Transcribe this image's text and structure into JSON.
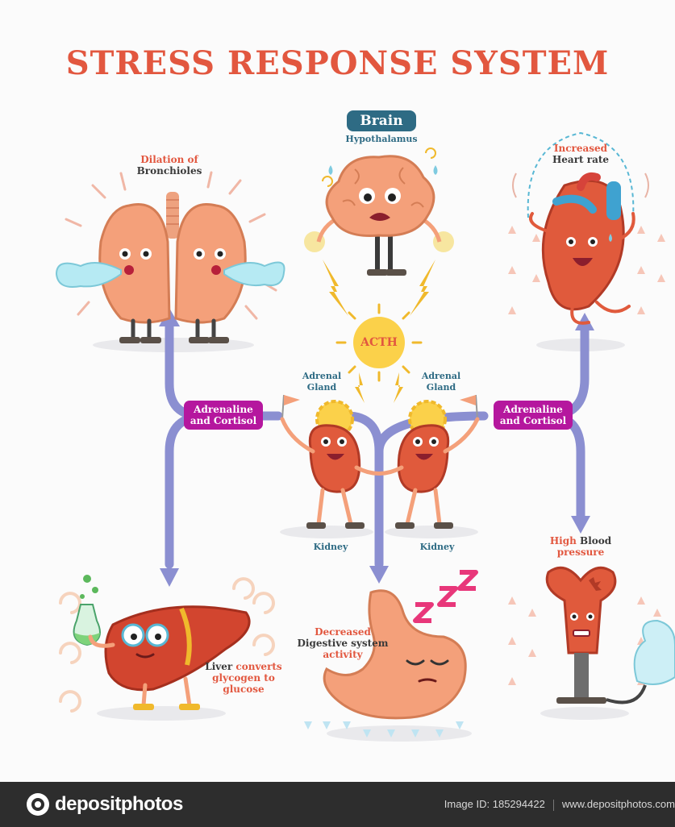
{
  "title": "STRESS RESPONSE SYSTEM",
  "brain": {
    "label": "Brain",
    "sub": "Hypothalamus"
  },
  "acth": "ACTH",
  "lungs": {
    "line1": "Dilation of",
    "line2": "Bronchioles"
  },
  "heart": {
    "line1": "Increased",
    "line2": "Heart rate"
  },
  "adrenal_left": {
    "line1": "Adrenal",
    "line2": "Gland"
  },
  "adrenal_right": {
    "line1": "Adrenal",
    "line2": "Gland"
  },
  "hormone_left": {
    "line1": "Adrenaline",
    "line2": "and Cortisol"
  },
  "hormone_right": {
    "line1": "Adrenaline",
    "line2": "and Cortisol"
  },
  "kidney_left": "Kidney",
  "kidney_right": "Kidney",
  "blood_pressure": {
    "w1": "High",
    "w2": "Blood",
    "line2": "pressure"
  },
  "liver": {
    "w1": "Liver",
    "w2": "converts",
    "line2": "glycogen to",
    "line3": "glucose"
  },
  "digestive": {
    "line1": "Decreased",
    "line2": "Digestive system",
    "line3": "activity"
  },
  "footer": {
    "brand": "depositphotos",
    "image_id": "Image ID: 185294422",
    "site": "www.depositphotos.com"
  },
  "colors": {
    "title": "#e2573f",
    "accent_blue": "#2e6b84",
    "hormone_pill": "#b5179e",
    "pathway": "#8b8fd1",
    "organ": "#e05a3c",
    "footer_bg": "#2d2d2d"
  }
}
